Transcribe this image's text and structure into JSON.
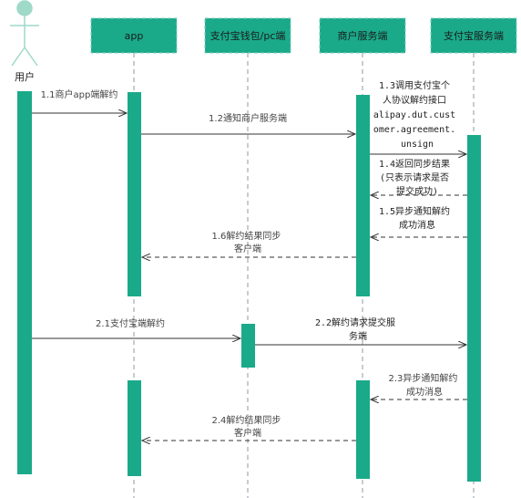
{
  "actors": {
    "user": "用户",
    "app": "app",
    "wallet": "支付宝钱包/pc端",
    "merchant": "商户服务端",
    "alipay": "支付宝服务端"
  },
  "messages": [
    {
      "id": "m1_1",
      "lines": [
        "1.1商户app端解约"
      ]
    },
    {
      "id": "m1_2",
      "lines": [
        "1.2通知商户服务端"
      ]
    },
    {
      "id": "m1_3",
      "lines": [
        "1.3调用支付宝个",
        "人协议解约接口",
        "alipay.dut.cust",
        "omer.agreement.",
        "unsign"
      ]
    },
    {
      "id": "m1_4",
      "lines": [
        "1.4返回同步结果",
        "(只表示请求是否",
        "提交成功)"
      ]
    },
    {
      "id": "m1_5",
      "lines": [
        "1.5异步通知解约",
        "成功消息"
      ]
    },
    {
      "id": "m1_6",
      "lines": [
        "1.6解约结果同步",
        "客户端"
      ]
    },
    {
      "id": "m2_1",
      "lines": [
        "2.1支付宝端解约"
      ]
    },
    {
      "id": "m2_2",
      "lines": [
        "2.2解约请求提交服",
        "务端"
      ]
    },
    {
      "id": "m2_3",
      "lines": [
        "2.3异步通知解约",
        "成功消息"
      ]
    },
    {
      "id": "m2_4",
      "lines": [
        "2.4解约结果同步",
        "客户端"
      ]
    }
  ],
  "colors": {
    "activation": "#1aaa8a",
    "header_fill": "#1aaa8a",
    "header_border": "#7ccfbe",
    "lifeline": "#8f9aa6",
    "arrow": "#333333",
    "actor": "#9fd9c8"
  }
}
